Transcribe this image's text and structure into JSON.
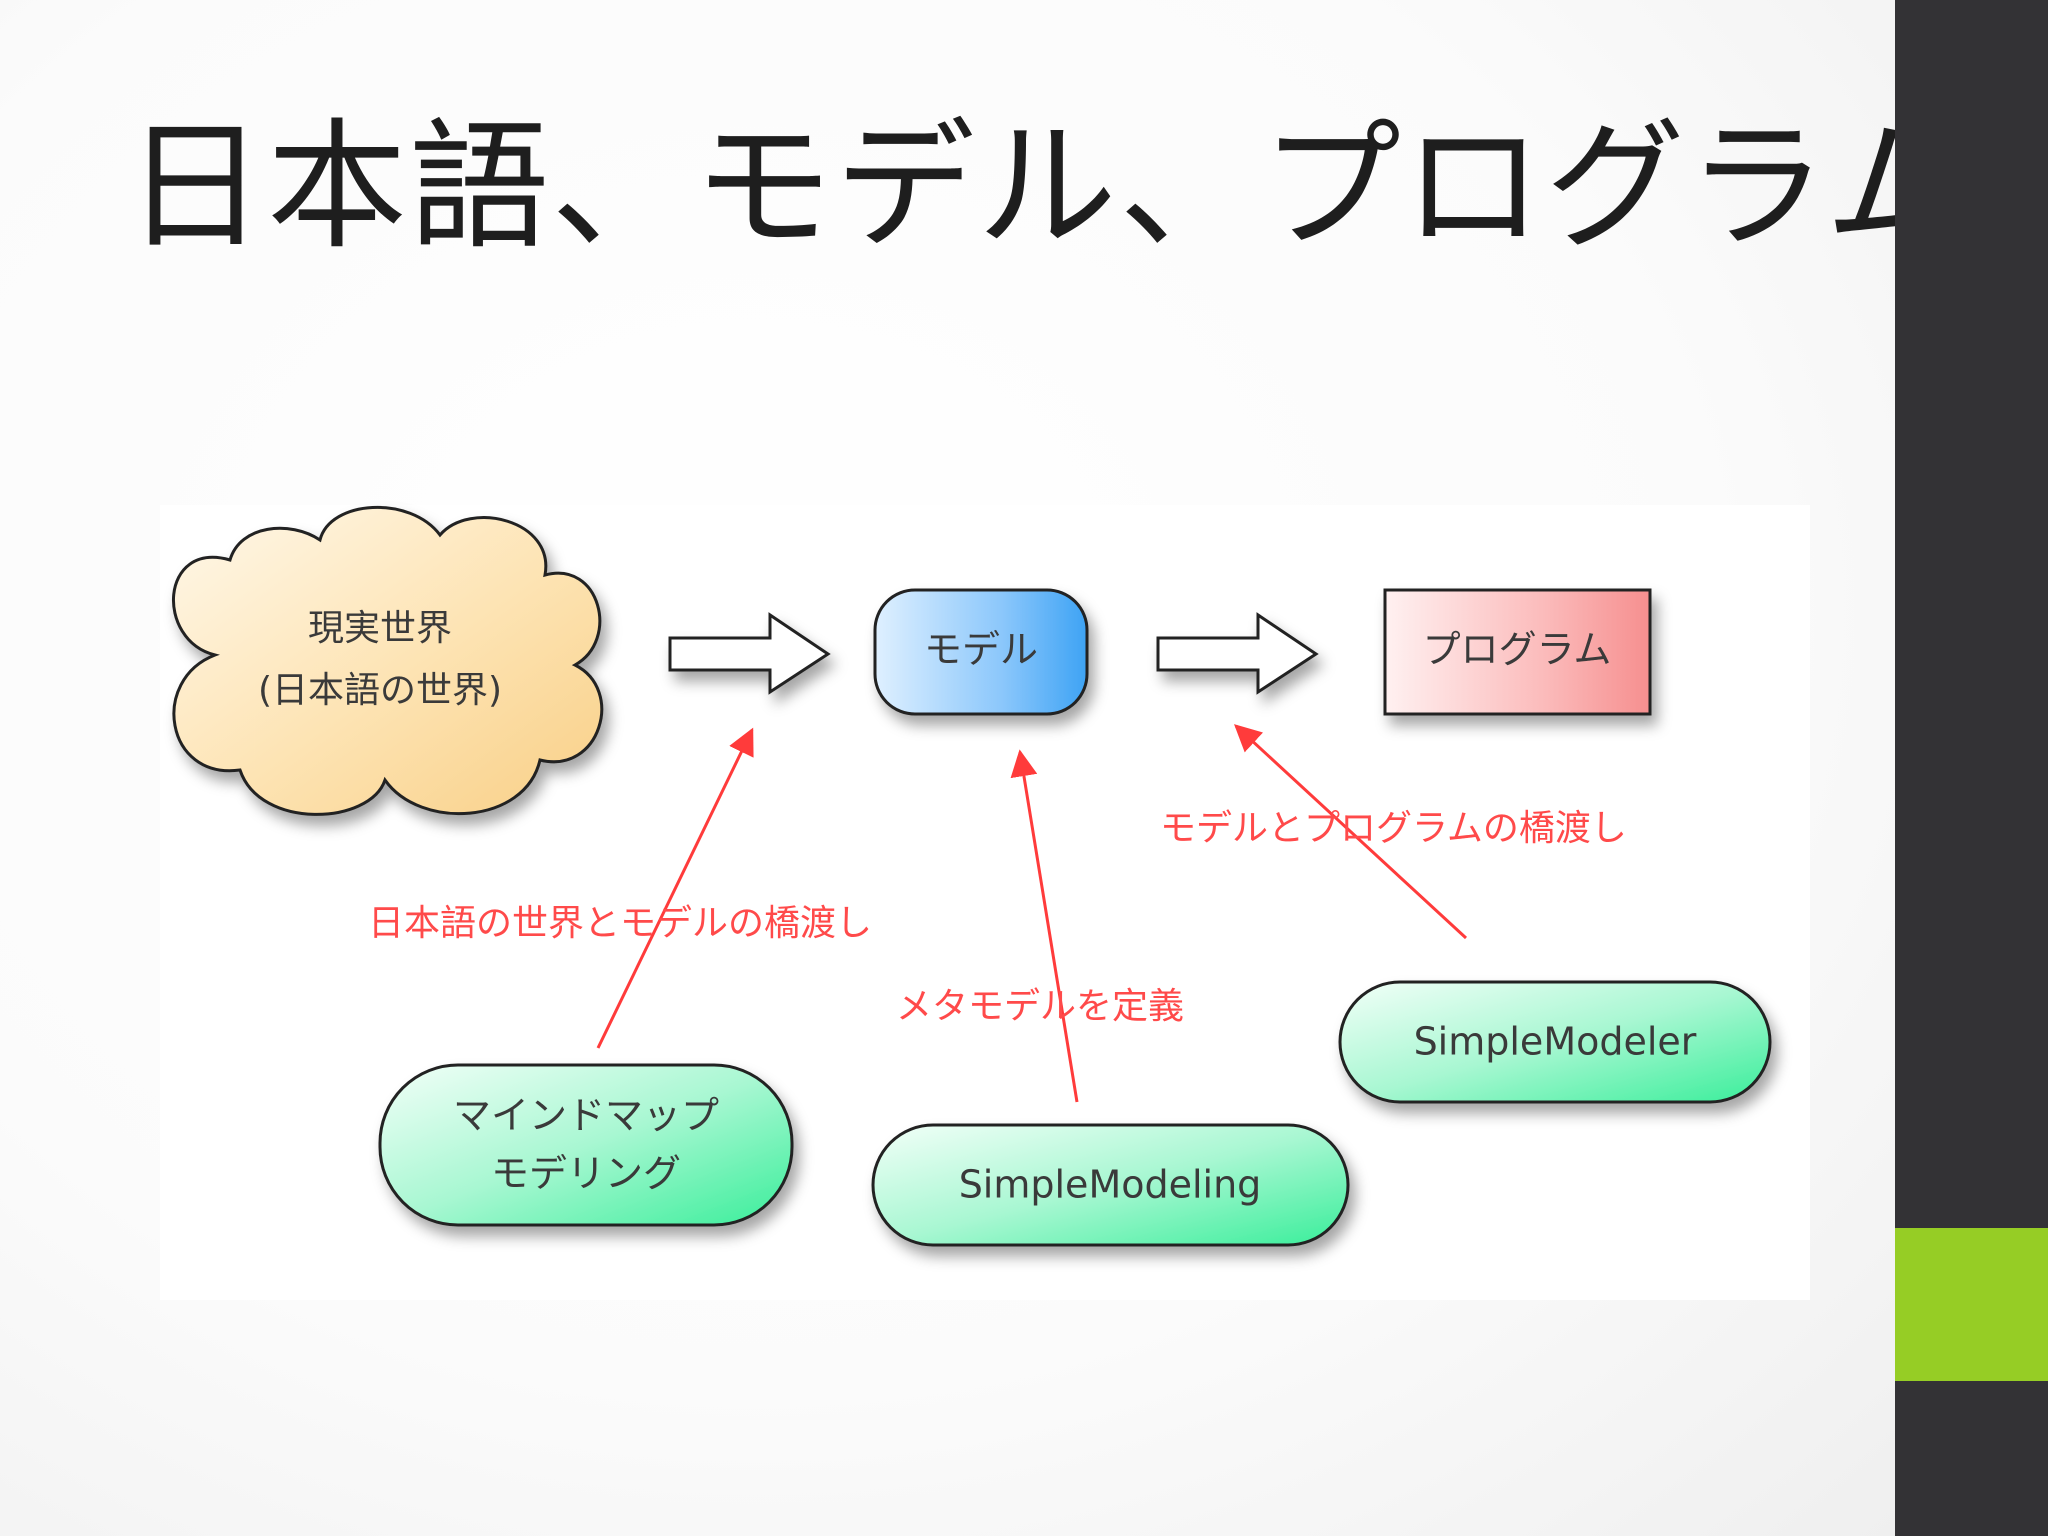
{
  "slide": {
    "title": "日本語、モデル、プログラム"
  },
  "theme": {
    "sidebar_color": "#333235",
    "accent_color": "#96cd25",
    "annotation_color": "#ff3b3b"
  },
  "diagram": {
    "nodes": {
      "real_world": {
        "line1": "現実世界",
        "line2": "(日本語の世界)",
        "shape": "cloud",
        "color": "#fcd89a"
      },
      "model": {
        "label": "モデル",
        "shape": "rounded-rect",
        "color": "#6db6f7"
      },
      "program": {
        "label": "プログラム",
        "shape": "rect",
        "color": "#f7a5a5"
      },
      "mindmap_modeling": {
        "line1": "マインドマップ",
        "line2": "モデリング",
        "shape": "pill",
        "color": "#56f0aa"
      },
      "simple_modeling": {
        "label": "SimpleModeling",
        "shape": "pill",
        "color": "#56f0aa"
      },
      "simple_modeler": {
        "label": "SimpleModeler",
        "shape": "pill",
        "color": "#56f0aa"
      }
    },
    "annotations": {
      "japanese_to_model": "日本語の世界とモデルの橋渡し",
      "define_metamodel": "メタモデルを定義",
      "model_to_program": "モデルとプログラムの橋渡し"
    }
  }
}
